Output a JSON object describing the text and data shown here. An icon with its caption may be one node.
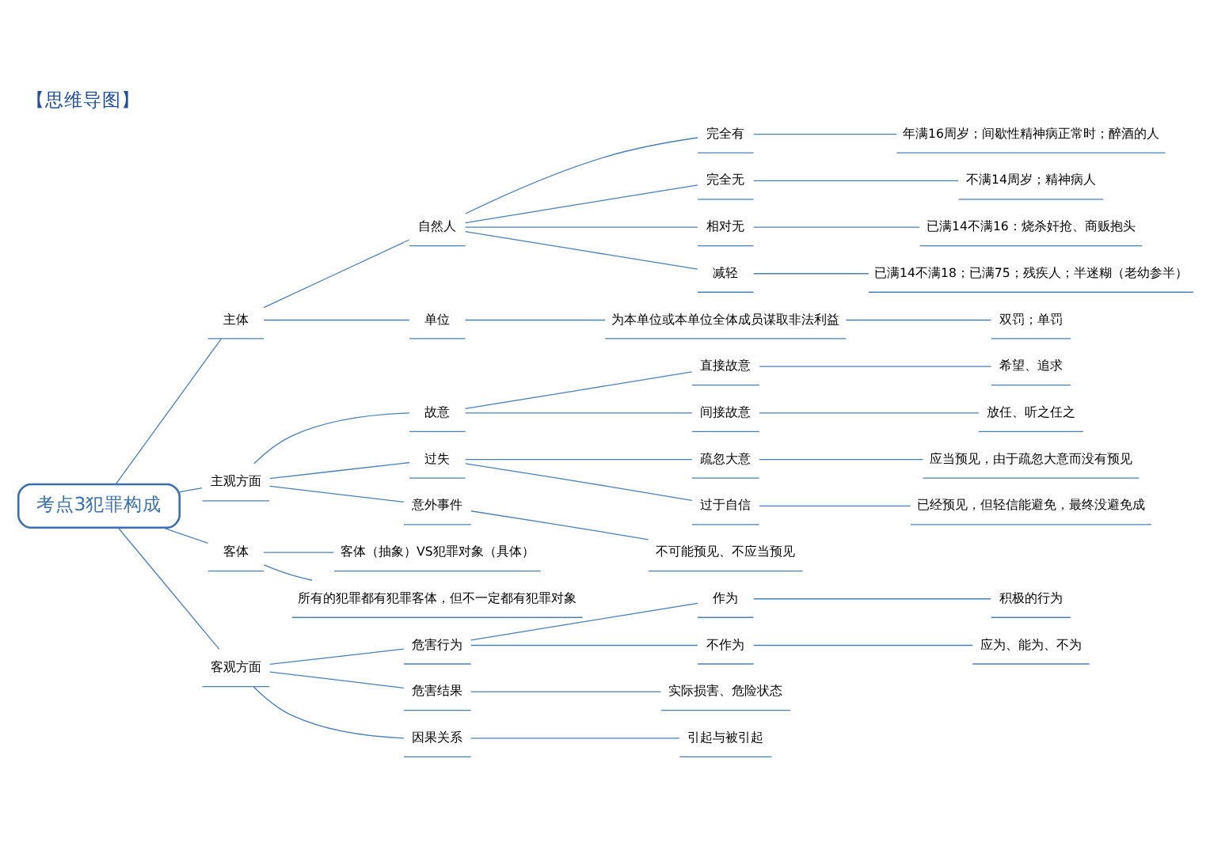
{
  "diagram": {
    "title": "【思维导图】",
    "nodes": [
      {
        "text": [
          "考点3犯罪构成"
        ]
      },
      {
        "text": [
          "主体"
        ]
      },
      {
        "text": [
          "自然人"
        ]
      },
      {
        "text": [
          "完全有"
        ]
      },
      {
        "text": [
          "年满16周岁；间歇性精神病正常时；醉酒的人"
        ]
      },
      {
        "text": [
          "完全无"
        ]
      },
      {
        "text": [
          "不满14周岁；精神病人"
        ]
      },
      {
        "text": [
          "相对无"
        ]
      },
      {
        "text": [
          "已满14不满16：烧杀奸抢、商贩抱头"
        ]
      },
      {
        "text": [
          "减轻"
        ]
      },
      {
        "text": [
          "已满14不满18；已满75；残疾人；半迷糊（老幼参半）"
        ]
      },
      {
        "text": [
          "单位"
        ]
      },
      {
        "text": [
          "为本单位或本单位全体成员谋取非法利益"
        ]
      },
      {
        "text": [
          "双罚；单罚"
        ]
      },
      {
        "text": [
          "主观方面"
        ]
      },
      {
        "text": [
          "故意"
        ]
      },
      {
        "text": [
          "直接故意"
        ]
      },
      {
        "text": [
          "希望、追求"
        ]
      },
      {
        "text": [
          "间接故意"
        ]
      },
      {
        "text": [
          "放任、听之任之"
        ]
      },
      {
        "text": [
          "过失"
        ]
      },
      {
        "text": [
          "疏忽大意"
        ]
      },
      {
        "text": [
          "应当预见，由于疏忽大意而没有预见"
        ]
      },
      {
        "text": [
          "过于自信"
        ]
      },
      {
        "text": [
          "已经预见，但轻信能避免，最终没避免成"
        ]
      },
      {
        "text": [
          "意外事件"
        ]
      },
      {
        "text": [
          "不可能预见、不应当预见"
        ]
      },
      {
        "text": [
          "客体"
        ]
      },
      {
        "text": [
          "客体（抽象）VS犯罪对象（具体）"
        ]
      },
      {
        "text": [
          "所有的犯罪都有犯罪客体，但不一定都有犯罪对象"
        ]
      },
      {
        "text": [
          "客观方面"
        ]
      },
      {
        "text": [
          "危害行为"
        ]
      },
      {
        "text": [
          "作为"
        ]
      },
      {
        "text": [
          "积极的行为"
        ]
      },
      {
        "text": [
          "不作为"
        ]
      },
      {
        "text": [
          "应为、能为、不为"
        ]
      },
      {
        "text": [
          "危害结果"
        ]
      },
      {
        "text": [
          "实际损害、危险状态"
        ]
      },
      {
        "text": [
          "因果关系"
        ]
      },
      {
        "text": [
          "引起与被引起"
        ]
      }
    ],
    "edges": [
      {
        "from": 0,
        "to": 1,
        "arrow": "none"
      },
      {
        "from": 1,
        "to": 2,
        "arrow": "none"
      },
      {
        "from": 2,
        "to": 3,
        "arrow": "none"
      },
      {
        "from": 3,
        "to": 4,
        "arrow": "none"
      },
      {
        "from": 2,
        "to": 5,
        "arrow": "none"
      },
      {
        "from": 5,
        "to": 6,
        "arrow": "none"
      },
      {
        "from": 2,
        "to": 7,
        "arrow": "none"
      },
      {
        "from": 7,
        "to": 8,
        "arrow": "none"
      },
      {
        "from": 2,
        "to": 9,
        "arrow": "none"
      },
      {
        "from": 9,
        "to": 10,
        "arrow": "none"
      },
      {
        "from": 1,
        "to": 11,
        "arrow": "none"
      },
      {
        "from": 11,
        "to": 12,
        "arrow": "none"
      },
      {
        "from": 12,
        "to": 13,
        "arrow": "none"
      },
      {
        "from": 0,
        "to": 14,
        "arrow": "none"
      },
      {
        "from": 14,
        "to": 15,
        "arrow": "none"
      },
      {
        "from": 15,
        "to": 16,
        "arrow": "none"
      },
      {
        "from": 16,
        "to": 17,
        "arrow": "none"
      },
      {
        "from": 15,
        "to": 18,
        "arrow": "none"
      },
      {
        "from": 18,
        "to": 19,
        "arrow": "none"
      },
      {
        "from": 14,
        "to": 20,
        "arrow": "none"
      },
      {
        "from": 20,
        "to": 21,
        "arrow": "none"
      },
      {
        "from": 21,
        "to": 22,
        "arrow": "none"
      },
      {
        "from": 20,
        "to": 23,
        "arrow": "none"
      },
      {
        "from": 23,
        "to": 24,
        "arrow": "none"
      },
      {
        "from": 14,
        "to": 25,
        "arrow": "none"
      },
      {
        "from": 25,
        "to": 26,
        "arrow": "none"
      },
      {
        "from": 0,
        "to": 27,
        "arrow": "none"
      },
      {
        "from": 27,
        "to": 28,
        "arrow": "none"
      },
      {
        "from": 27,
        "to": 29,
        "arrow": "none"
      },
      {
        "from": 0,
        "to": 30,
        "arrow": "none"
      },
      {
        "from": 30,
        "to": 31,
        "arrow": "none"
      },
      {
        "from": 31,
        "to": 32,
        "arrow": "none"
      },
      {
        "from": 32,
        "to": 33,
        "arrow": "none"
      },
      {
        "from": 31,
        "to": 34,
        "arrow": "none"
      },
      {
        "from": 34,
        "to": 35,
        "arrow": "none"
      },
      {
        "from": 30,
        "to": 36,
        "arrow": "none"
      },
      {
        "from": 36,
        "to": 37,
        "arrow": "none"
      },
      {
        "from": 30,
        "to": 38,
        "arrow": "none"
      },
      {
        "from": 38,
        "to": 39,
        "arrow": "none"
      }
    ]
  }
}
